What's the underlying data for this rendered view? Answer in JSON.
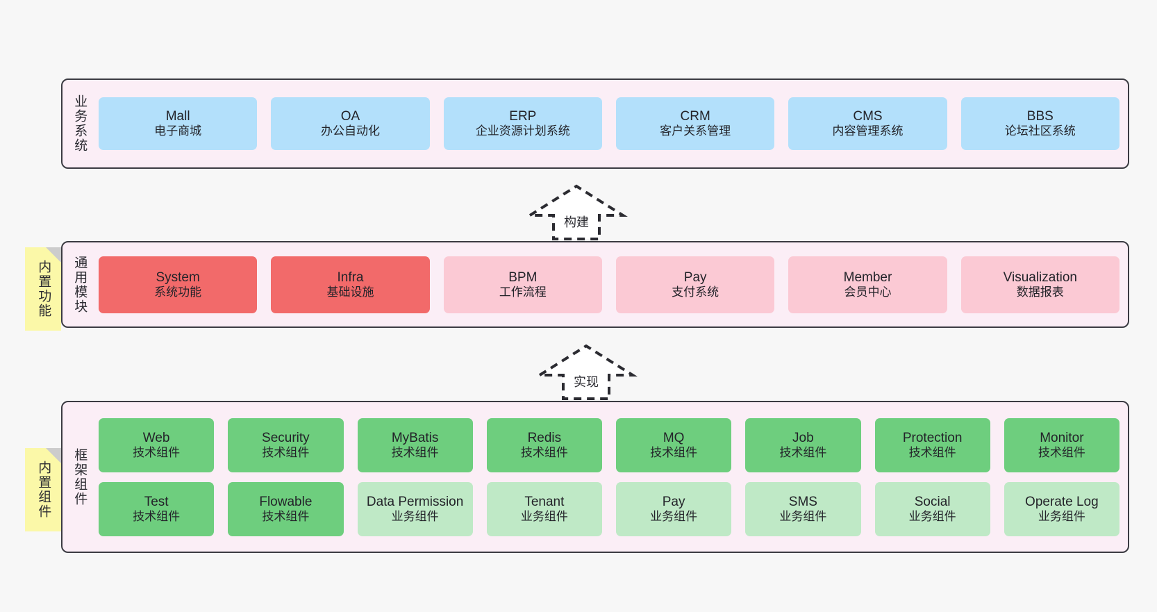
{
  "diagram": {
    "background_color": "#f7f7f7",
    "layer_fill": "#fbeef6",
    "layer_border": "#3b3b42",
    "note_fill": "#fbf8a8"
  },
  "layers": [
    {
      "id": "business-systems",
      "title": "业务系统",
      "note": null,
      "rows": [
        {
          "nodes": [
            {
              "title": "Mall",
              "subtitle": "电子商城",
              "color": "#b3e0fb",
              "style": "fill-blue"
            },
            {
              "title": "OA",
              "subtitle": "办公自动化",
              "color": "#b3e0fb",
              "style": "fill-blue"
            },
            {
              "title": "ERP",
              "subtitle": "企业资源计划系统",
              "color": "#b3e0fb",
              "style": "fill-blue"
            },
            {
              "title": "CRM",
              "subtitle": "客户关系管理",
              "color": "#b3e0fb",
              "style": "fill-blue"
            },
            {
              "title": "CMS",
              "subtitle": "内容管理系统",
              "color": "#b3e0fb",
              "style": "fill-blue"
            },
            {
              "title": "BBS",
              "subtitle": "论坛社区系统",
              "color": "#b3e0fb",
              "style": "fill-blue"
            }
          ]
        }
      ]
    },
    {
      "id": "common-modules",
      "title": "通用模块",
      "note": "内置功能",
      "rows": [
        {
          "nodes": [
            {
              "title": "System",
              "subtitle": "系统功能",
              "color": "#f26a6a",
              "style": "fill-red"
            },
            {
              "title": "Infra",
              "subtitle": "基础设施",
              "color": "#f26a6a",
              "style": "fill-red"
            },
            {
              "title": "BPM",
              "subtitle": "工作流程",
              "color": "#fbc9d4",
              "style": "fill-pink"
            },
            {
              "title": "Pay",
              "subtitle": "支付系统",
              "color": "#fbc9d4",
              "style": "fill-pink"
            },
            {
              "title": "Member",
              "subtitle": "会员中心",
              "color": "#fbc9d4",
              "style": "fill-pink"
            },
            {
              "title": "Visualization",
              "subtitle": "数据报表",
              "color": "#fbc9d4",
              "style": "fill-pink"
            }
          ]
        }
      ]
    },
    {
      "id": "framework-components",
      "title": "框架组件",
      "note": "内置组件",
      "rows": [
        {
          "nodes": [
            {
              "title": "Web",
              "subtitle": "技术组件",
              "color": "#6ece7e",
              "style": "fill-green-dark"
            },
            {
              "title": "Security",
              "subtitle": "技术组件",
              "color": "#6ece7e",
              "style": "fill-green-dark"
            },
            {
              "title": "MyBatis",
              "subtitle": "技术组件",
              "color": "#6ece7e",
              "style": "fill-green-dark"
            },
            {
              "title": "Redis",
              "subtitle": "技术组件",
              "color": "#6ece7e",
              "style": "fill-green-dark"
            },
            {
              "title": "MQ",
              "subtitle": "技术组件",
              "color": "#6ece7e",
              "style": "fill-green-dark"
            },
            {
              "title": "Job",
              "subtitle": "技术组件",
              "color": "#6ece7e",
              "style": "fill-green-dark"
            },
            {
              "title": "Protection",
              "subtitle": "技术组件",
              "color": "#6ece7e",
              "style": "fill-green-dark"
            },
            {
              "title": "Monitor",
              "subtitle": "技术组件",
              "color": "#6ece7e",
              "style": "fill-green-dark"
            }
          ]
        },
        {
          "nodes": [
            {
              "title": "Test",
              "subtitle": "技术组件",
              "color": "#6ece7e",
              "style": "fill-green-dark"
            },
            {
              "title": "Flowable",
              "subtitle": "技术组件",
              "color": "#6ece7e",
              "style": "fill-green-dark"
            },
            {
              "title": "Data Permission",
              "subtitle": "业务组件",
              "color": "#bfe9c6",
              "style": "fill-green-light"
            },
            {
              "title": "Tenant",
              "subtitle": "业务组件",
              "color": "#bfe9c6",
              "style": "fill-green-light"
            },
            {
              "title": "Pay",
              "subtitle": "业务组件",
              "color": "#bfe9c6",
              "style": "fill-green-light"
            },
            {
              "title": "SMS",
              "subtitle": "业务组件",
              "color": "#bfe9c6",
              "style": "fill-green-light"
            },
            {
              "title": "Social",
              "subtitle": "业务组件",
              "color": "#bfe9c6",
              "style": "fill-green-light"
            },
            {
              "title": "Operate Log",
              "subtitle": "业务组件",
              "color": "#bfe9c6",
              "style": "fill-green-light"
            }
          ]
        }
      ]
    }
  ],
  "connectors": [
    {
      "id": "build",
      "label": "构建",
      "from": "common-modules",
      "to": "business-systems",
      "style": "dashed-hollow-arrow-up"
    },
    {
      "id": "implement",
      "label": "实现",
      "from": "framework-components",
      "to": "common-modules",
      "style": "dashed-hollow-arrow-up"
    }
  ]
}
